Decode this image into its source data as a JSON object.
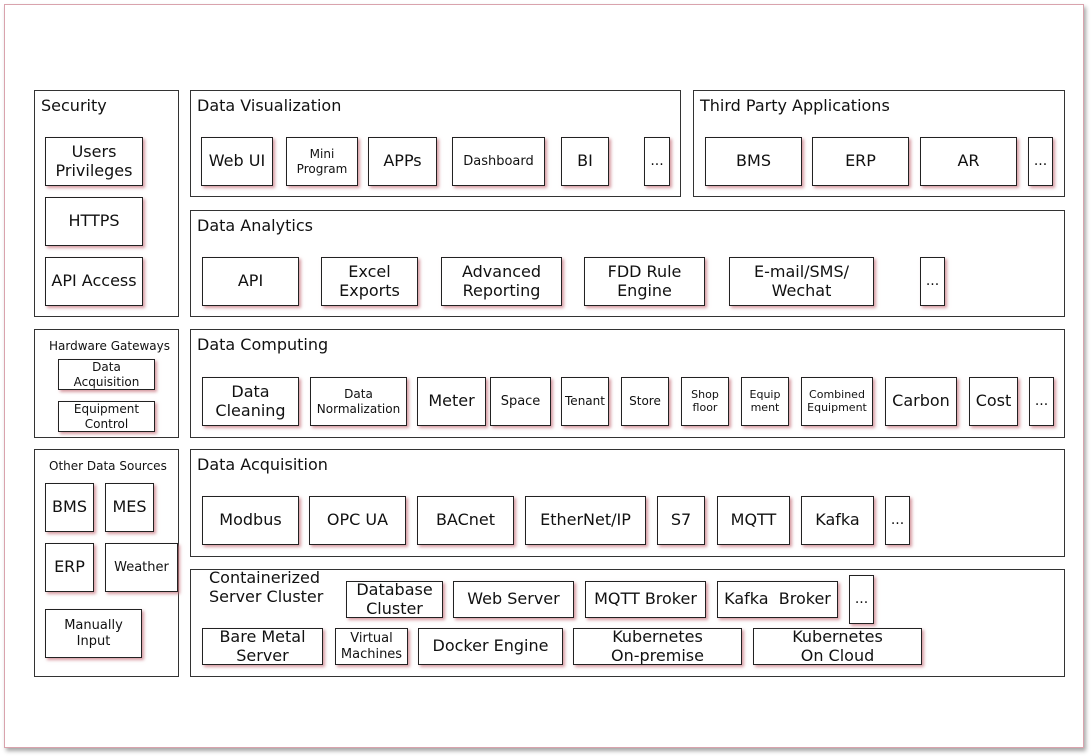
{
  "security": {
    "title": "Security",
    "items": [
      "Users\nPrivileges",
      "HTTPS",
      "API Access"
    ]
  },
  "visualization": {
    "title": "Data Visualization",
    "items": [
      "Web UI",
      "Mini\nProgram",
      "APPs",
      "Dashboard",
      "BI",
      "..."
    ]
  },
  "third_party": {
    "title": "Third Party Applications",
    "items": [
      "BMS",
      "ERP",
      "AR",
      "..."
    ]
  },
  "analytics": {
    "title": "Data Analytics",
    "items": [
      "API",
      "Excel\nExports",
      "Advanced\nReporting",
      "FDD Rule\nEngine",
      "E-mail/SMS/\nWechat",
      "..."
    ]
  },
  "hardware": {
    "title": "Hardware Gateways",
    "items": [
      "Data\nAcquisition",
      "Equipment\nControl"
    ]
  },
  "computing": {
    "title": "Data Computing",
    "items": [
      "Data\nCleaning",
      "Data\nNormalization",
      "Meter",
      "Space",
      "Tenant",
      "Store",
      "Shop\nfloor",
      "Equip\nment",
      "Combined\nEquipment",
      "Carbon",
      "Cost",
      "..."
    ]
  },
  "other_sources": {
    "title": "Other Data Sources",
    "items": [
      "BMS",
      "MES",
      "ERP",
      "Weather",
      "Manually\nInput"
    ]
  },
  "acquisition": {
    "title": "Data Acquisition",
    "items": [
      "Modbus",
      "OPC UA",
      "BACnet",
      "EtherNet/IP",
      "S7",
      "MQTT",
      "Kafka",
      "..."
    ]
  },
  "cluster": {
    "title": "Containerized\nServer Cluster",
    "top_items": [
      "Database\nCluster",
      "Web Server",
      "MQTT Broker",
      "Kafka  Broker",
      "..."
    ],
    "bottom_items": [
      "Bare Metal\nServer",
      "Virtual\nMachines",
      "Docker Engine",
      "Kubernetes\nOn-premise",
      "Kubernetes\nOn Cloud"
    ]
  }
}
